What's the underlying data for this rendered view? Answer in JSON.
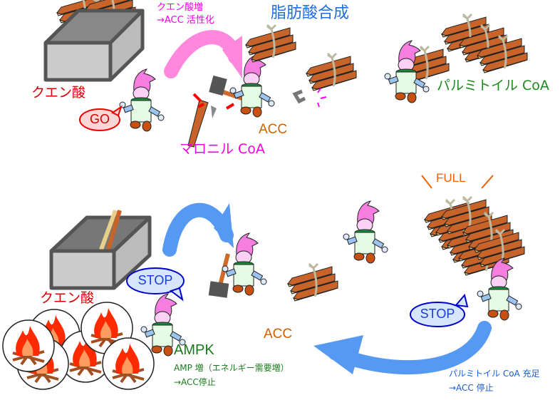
{
  "title": "脂肪酸合成",
  "colors": {
    "title": "#1f6fe0",
    "citrate": "#d40000",
    "magenta": "#f000e0",
    "acc": "#d06000",
    "palmitoyl": "#1a8a1a",
    "ampk": "#1a7a1a",
    "blue_note": "#1a5ad8",
    "pink_arrow": "#ff88dd",
    "blue_arrow": "#5599f2",
    "full": "#f06000"
  },
  "top_panel": {
    "citrate_label": "クエン酸",
    "citrate_increase_note": [
      "クエン酸増",
      "→ACC 活性化"
    ],
    "go_bubble": "GO",
    "acc_label": "ACC",
    "malonyl_label": "マロニル CoA",
    "palmitoyl_label": "パルミトイル CoA"
  },
  "bottom_panel": {
    "citrate_label": "クエン酸",
    "stop_bubble_left": "STOP",
    "stop_bubble_right": "STOP",
    "full_label": "FULL",
    "acc_label": "ACC",
    "ampk_label": "AMPK",
    "ampk_note": [
      "AMP 増（エネルギー需要増）",
      "→ACC停止"
    ],
    "palmitoyl_note": [
      "パルミトイル CoA 充足",
      "→ACC 停止"
    ]
  },
  "icons": {
    "wood_crate": "crate-icon",
    "log_bundle": "log-bundle-icon",
    "gnome": "gnome-worker-icon",
    "hammer": "hammer-icon",
    "fire": "campfire-icon"
  }
}
